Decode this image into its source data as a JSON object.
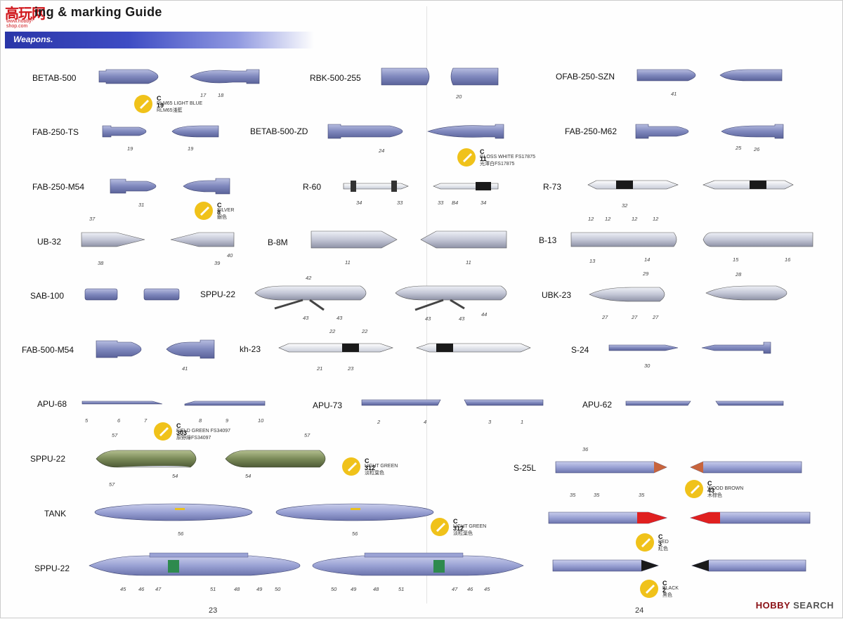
{
  "header": {
    "title": "ing & marking Guide",
    "section": "Weapons."
  },
  "logo": {
    "text": "高玩网",
    "subtext": "www.hobby-shop.com"
  },
  "labels": [
    "BETAB-500",
    "RBK-500-255",
    "OFAB-250-SZN",
    "FAB-250-TS",
    "BETAB-500-ZD",
    "FAB-250-M62",
    "FAB-250-M54",
    "R-60",
    "R-73",
    "UB-32",
    "B-8M",
    "B-13",
    "SAB-100",
    "SPPU-22",
    "UBK-23",
    "FAB-500-M54",
    "kh-23",
    "S-24",
    "APU-68",
    "APU-73",
    "APU-62",
    "SPPU-22",
    "S-25L",
    "TANK",
    "SPPU-22"
  ],
  "numbers": [
    "17",
    "18",
    "20",
    "41",
    "19",
    "19",
    "24",
    "25",
    "26",
    "31",
    "34",
    "33",
    "33",
    "B4",
    "34",
    "32",
    "37",
    "38",
    "39",
    "40",
    "11",
    "11",
    "12",
    "12",
    "12",
    "12",
    "13",
    "14",
    "15",
    "16",
    "42",
    "43",
    "43",
    "43",
    "43",
    "44",
    "29",
    "28",
    "27",
    "27",
    "27",
    "22",
    "22",
    "21",
    "23",
    "41",
    "30",
    "5",
    "6",
    "7",
    "8",
    "9",
    "10",
    "2",
    "4",
    "3",
    "1",
    "57",
    "57",
    "57",
    "54",
    "54",
    "36",
    "35",
    "35",
    "35",
    "56",
    "56",
    "45",
    "46",
    "47",
    "51",
    "48",
    "49",
    "50",
    "50",
    "49",
    "48",
    "51",
    "47",
    "46",
    "45"
  ],
  "chips": [
    {
      "code": "C 19",
      "line1": "RLM65 LIGHT BLUE",
      "line2": "RLM65淺藍"
    },
    {
      "code": "C 11",
      "line1": "GLOSS WHITE FS17875",
      "line2": "光澤白FS17875"
    },
    {
      "code": "C 8",
      "line1": "SILVER",
      "line2": "銀色"
    },
    {
      "code": "C 303",
      "line1": "FIELD GREEN FS34097",
      "line2": "原野綠FS34097"
    },
    {
      "code": "C 312",
      "line1": "LIGHT GREEN",
      "line2": "淡粒葉色"
    },
    {
      "code": "C 312",
      "line1": "LIGHT GREEN",
      "line2": "淡粒葉色"
    },
    {
      "code": "C 43",
      "line1": "WOOD BROWN",
      "line2": "木棕色"
    },
    {
      "code": "C 3",
      "line1": "RED",
      "line2": "紅色"
    },
    {
      "code": "C 2",
      "line1": "BLACK",
      "line2": "黑色"
    }
  ],
  "pages": {
    "left": "23",
    "right": "24"
  },
  "watermark": {
    "prefix": "HOBBY",
    "suffix": "SEARCH"
  },
  "colors": {
    "weapon_blue": "#8f98c8",
    "pod_grey": "#c6c8d4",
    "field_green": "#7a8a58",
    "wood_brown": "#c8643c",
    "red": "#e02020",
    "black": "#1a1a1a",
    "chip_yellow": "#f0c21a"
  }
}
